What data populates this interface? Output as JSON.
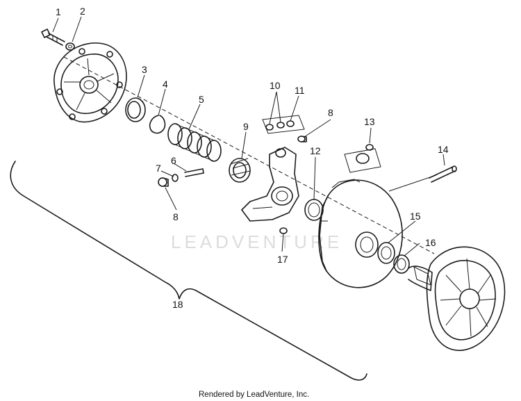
{
  "watermark": "LEADVENTURE",
  "footer": "Rendered by LeadVenture, Inc.",
  "callouts": [
    {
      "id": "1",
      "label": "1"
    },
    {
      "id": "2",
      "label": "2"
    },
    {
      "id": "3",
      "label": "3"
    },
    {
      "id": "4",
      "label": "4"
    },
    {
      "id": "5",
      "label": "5"
    },
    {
      "id": "6",
      "label": "6"
    },
    {
      "id": "7",
      "label": "7"
    },
    {
      "id": "8a",
      "label": "8"
    },
    {
      "id": "8b",
      "label": "8"
    },
    {
      "id": "9",
      "label": "9"
    },
    {
      "id": "10",
      "label": "10"
    },
    {
      "id": "11",
      "label": "11"
    },
    {
      "id": "12",
      "label": "12"
    },
    {
      "id": "13",
      "label": "13"
    },
    {
      "id": "14",
      "label": "14"
    },
    {
      "id": "15",
      "label": "15"
    },
    {
      "id": "16",
      "label": "16"
    },
    {
      "id": "17",
      "label": "17"
    },
    {
      "id": "18",
      "label": "18"
    }
  ]
}
